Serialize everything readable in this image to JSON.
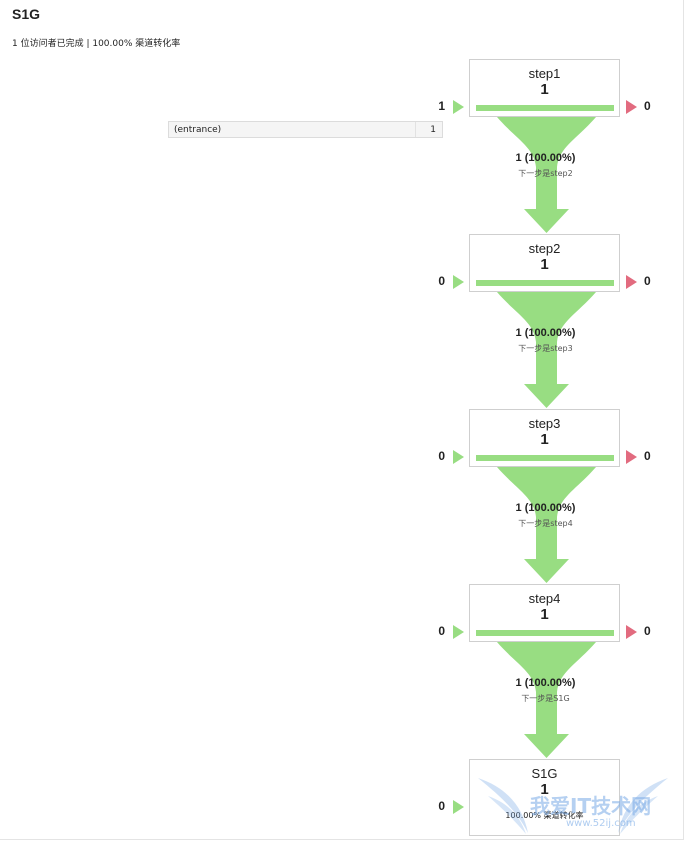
{
  "header": {
    "title": "S1G",
    "summary": "1 位访问者已完成 | 100.00% 渠道转化率"
  },
  "entrance_table": {
    "label": "(entrance)",
    "value": "1"
  },
  "steps": [
    {
      "name": "step1",
      "count": "1",
      "entries": "1",
      "exits": "0",
      "bar_fraction": 1.0,
      "conversion": "1 (100.00%)",
      "next_label": "下一步是step2"
    },
    {
      "name": "step2",
      "count": "1",
      "entries": "0",
      "exits": "0",
      "bar_fraction": 1.0,
      "conversion": "1 (100.00%)",
      "next_label": "下一步是step3"
    },
    {
      "name": "step3",
      "count": "1",
      "entries": "0",
      "exits": "0",
      "bar_fraction": 1.0,
      "conversion": "1 (100.00%)",
      "next_label": "下一步是step4"
    },
    {
      "name": "step4",
      "count": "1",
      "entries": "0",
      "exits": "0",
      "bar_fraction": 1.0,
      "conversion": "1 (100.00%)",
      "next_label": "下一步是S1G"
    }
  ],
  "goal": {
    "name": "S1G",
    "count": "1",
    "entries": "0",
    "rate": "100.00% 渠道转化率"
  },
  "watermark": {
    "text": "我爱IT技术网",
    "url": "www.52ij.com"
  },
  "colors": {
    "funnel_green": "#98dd82",
    "exit_red": "#e26b7f",
    "border": "#cfcfcf"
  }
}
